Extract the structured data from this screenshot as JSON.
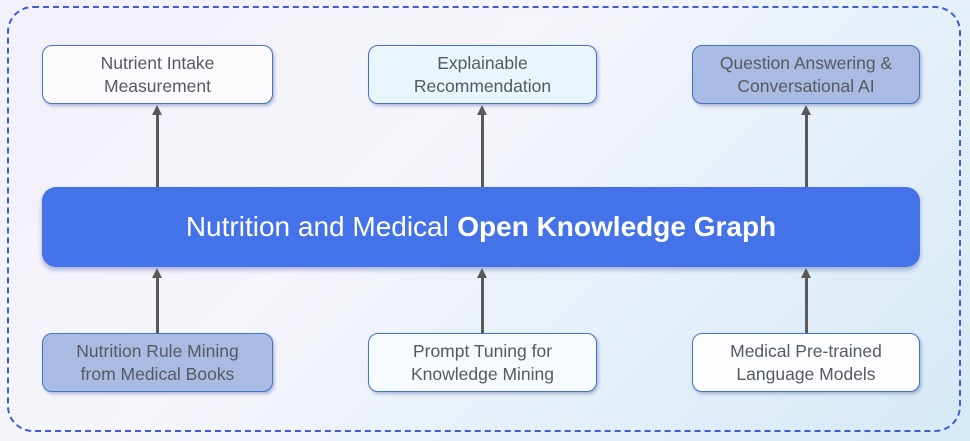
{
  "diagram": {
    "frame_border_color": "#3d5ecd",
    "arrow_color": "#595959",
    "box_text_color": "#565a60",
    "center_band": {
      "text_regular": "Nutrition and Medical",
      "text_bold": "Open Knowledge Graph",
      "fill": "#4472e9",
      "text_color": "#ffffff"
    },
    "top_boxes": [
      {
        "line1": "Nutrient Intake",
        "line2": "Measurement",
        "fill": "#fbfbfe"
      },
      {
        "line1": "Explainable",
        "line2": "Recommendation",
        "fill": "#e9f5fd"
      },
      {
        "line1": "Question Answering &",
        "line2": "Conversational AI",
        "fill": "#a9bbe2"
      }
    ],
    "bottom_boxes": [
      {
        "line1": "Nutrition Rule Mining",
        "line2": "from Medical Books",
        "fill": "#a9bbe2"
      },
      {
        "line1": "Prompt Tuning for",
        "line2": "Knowledge Mining",
        "fill": "#f4fafe"
      },
      {
        "line1": "Medical Pre-trained",
        "line2": "Language Models",
        "fill": "#fbfdff"
      }
    ]
  }
}
